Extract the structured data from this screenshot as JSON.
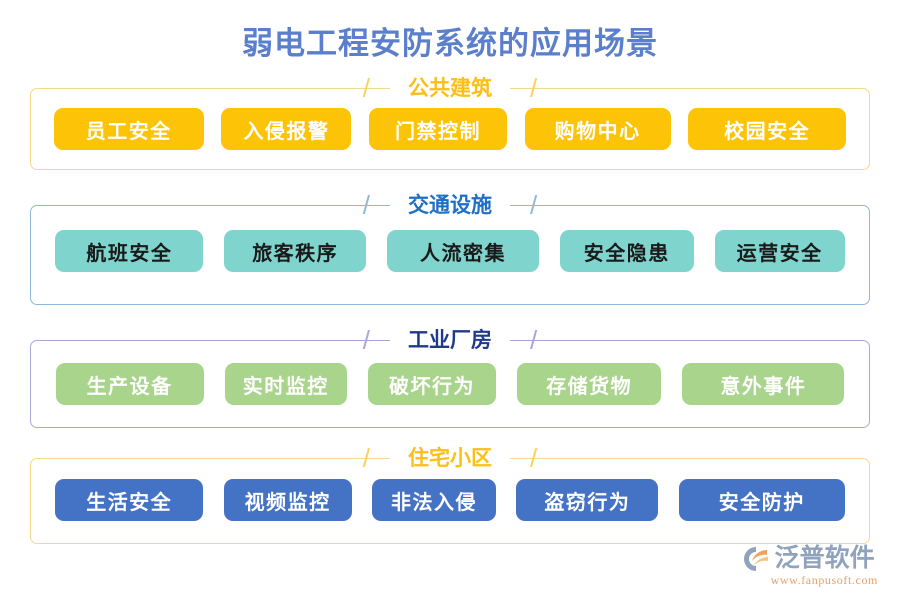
{
  "page": {
    "title": "弱电工程安防系统的应用场景",
    "title_color": "#5b7fcc",
    "background": "#ffffff"
  },
  "sections": [
    {
      "heading": "公共建筑",
      "heading_color": "#fcbf17",
      "border_color": "#f5d98a",
      "chip_bg": "#fdc307",
      "chip_text_color": "#ffffff",
      "slash_left": "/",
      "slash_right": "/",
      "chips": [
        "员工安全",
        "入侵报警",
        "门禁控制",
        "购物中心",
        "校园安全"
      ]
    },
    {
      "heading": "交通设施",
      "heading_color": "#1f6fc4",
      "border_color": "#8fb8dc",
      "chip_bg": "#7fd4cd",
      "chip_text_color": "#1a1a1a",
      "slash_left": "/",
      "slash_right": "/",
      "chips": [
        "航班安全",
        "旅客秩序",
        "人流密集",
        "安全隐患",
        "运营安全"
      ]
    },
    {
      "heading": "工业厂房",
      "heading_color": "#1f3a8c",
      "border_color": "#a8a8d8",
      "chip_bg": "#a9d48c",
      "chip_text_color": "#ffffff",
      "slash_left": "/",
      "slash_right": "/",
      "chips": [
        "生产设备",
        "实时监控",
        "破坏行为",
        "存储货物",
        "意外事件"
      ]
    },
    {
      "heading": "住宅小区",
      "heading_color": "#fcbf17",
      "border_color": "#f5d98a",
      "chip_bg": "#4472c4",
      "chip_text_color": "#ffffff",
      "slash_left": "/",
      "slash_right": "/",
      "chips": [
        "生活安全",
        "视频监控",
        "非法入侵",
        "盗窃行为",
        "安全防护"
      ]
    }
  ],
  "brand": {
    "name": "泛普软件",
    "url": "www.fanpusoft.com",
    "name_color": "#8fa3bf",
    "url_color": "#e8a06a",
    "mark_icon": "fanpu-logo-icon"
  }
}
